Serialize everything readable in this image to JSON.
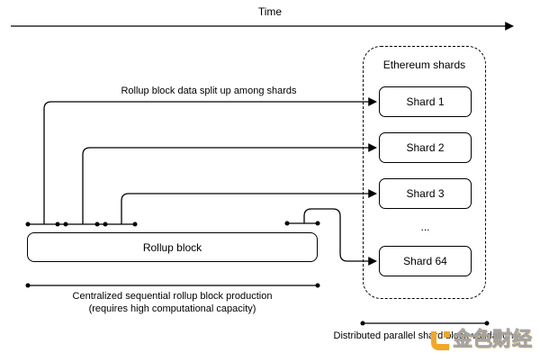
{
  "timeline": {
    "label": "Time"
  },
  "shards_panel": {
    "title": "Ethereum shards",
    "items": [
      "Shard 1",
      "Shard 2",
      "Shard 3",
      "Shard 64"
    ],
    "ellipsis": "..."
  },
  "rollup": {
    "label": "Rollup block"
  },
  "annotations": {
    "split": "Rollup block data split up among shards",
    "centralized_line1": "Centralized sequential rollup block production",
    "centralized_line2": "(requires high computational capacity)",
    "distributed": "Distributed parallel shard block validation"
  },
  "watermark": {
    "text": "金色财经"
  },
  "colors": {
    "line": "#000000",
    "background": "#FFFFFF",
    "watermark_orange": "#F5A623",
    "watermark_gray": "#DADADA"
  }
}
